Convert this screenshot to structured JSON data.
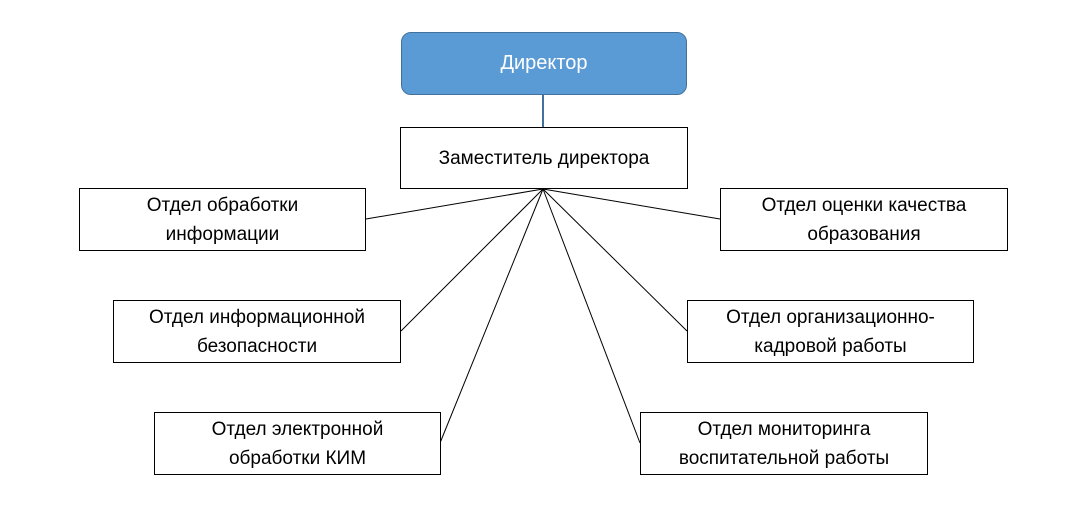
{
  "org_chart": {
    "director": {
      "label": "Директор"
    },
    "deputy": {
      "label": "Заместитель директора"
    },
    "departments": [
      {
        "id": "info-processing",
        "label": "Отдел обработки\nинформации"
      },
      {
        "id": "info-security",
        "label": "Отдел информационной\nбезопасности"
      },
      {
        "id": "kim-processing",
        "label": "Отдел электронной\nобработки КИМ"
      },
      {
        "id": "quality-assessment",
        "label": "Отдел оценки качества\nобразования"
      },
      {
        "id": "org-hr",
        "label": "Отдел организационно-\nкадровой работы"
      },
      {
        "id": "monitoring",
        "label": "Отдел мониторинга\nвоспитательной работы"
      }
    ]
  },
  "colors": {
    "director_fill": "#5b9bd5",
    "director_border": "#41719c",
    "director_link": "#41719c",
    "line": "#000000"
  }
}
